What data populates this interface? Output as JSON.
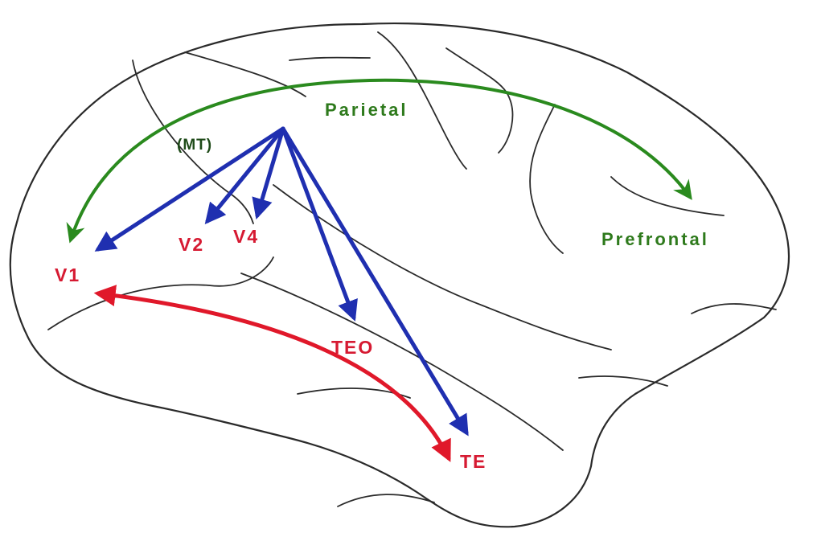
{
  "labels": {
    "v1": "V1",
    "v2": "V2",
    "v4": "V4",
    "teo": "TEO",
    "te": "TE",
    "parietal": "Parietal",
    "prefrontal": "Prefrontal",
    "mt": "(MT)"
  },
  "colors": {
    "ventral_stream": "#e0182a",
    "dorsal_stream": "#2a8a1e",
    "feedback_projections": "#1f2fb0",
    "area_label": "#d61a32",
    "dorsal_label": "#2e7a1c",
    "outline": "#2a2a2a"
  },
  "connections": [
    {
      "from": "V1",
      "to": "TE",
      "color": "red",
      "bidirectional": true
    },
    {
      "from": "Prefrontal",
      "to": "V1",
      "color": "green",
      "bidirectional": true
    },
    {
      "from": "Parietal",
      "to": "V1",
      "color": "blue"
    },
    {
      "from": "Parietal",
      "to": "V2",
      "color": "blue"
    },
    {
      "from": "Parietal",
      "to": "V4",
      "color": "blue"
    },
    {
      "from": "Parietal",
      "to": "TEO",
      "color": "blue"
    },
    {
      "from": "Parietal",
      "to": "TE",
      "color": "blue"
    }
  ]
}
